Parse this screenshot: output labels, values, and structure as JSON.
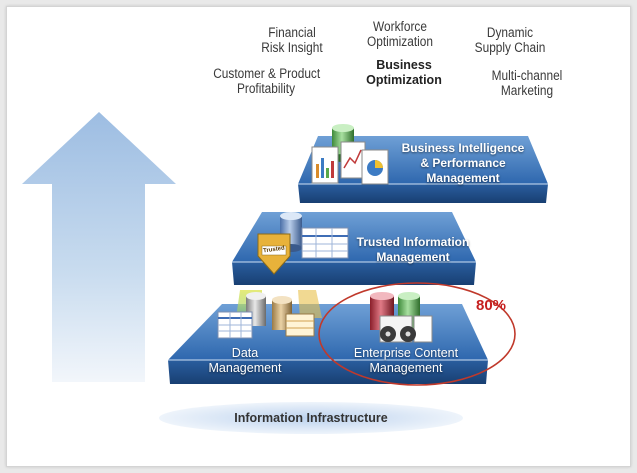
{
  "outcomes": {
    "financial_risk": [
      "Financial",
      "Risk Insight"
    ],
    "workforce": [
      "Workforce",
      "Optimization"
    ],
    "supply_chain": [
      "Dynamic",
      "Supply Chain"
    ],
    "customer_product": [
      "Customer & Product",
      "Profitability"
    ],
    "business_optimization": [
      "Business",
      "Optimization"
    ],
    "multichannel": [
      "Multi-channel",
      "Marketing"
    ]
  },
  "tiers": {
    "bi": [
      "Business Intelligence",
      "& Performance",
      "Management"
    ],
    "tim": [
      "Trusted Information",
      "Management"
    ],
    "data": [
      "Data",
      "Management"
    ],
    "ecm": [
      "Enterprise Content",
      "Management"
    ]
  },
  "highlight": {
    "percent": "80%",
    "color": "#c0392b"
  },
  "badge": "Trusted",
  "base": "Information Infrastructure",
  "colors": {
    "tier_blue": "#2f6fb5",
    "arrow": "#b9cfe8"
  }
}
